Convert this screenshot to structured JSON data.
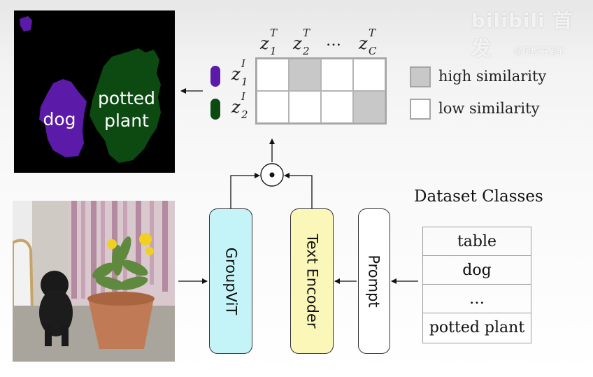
{
  "watermark": {
    "main": "bilibili 首发",
    "sub": "@爬坡平衡车"
  },
  "segmentation": {
    "labels": {
      "dog": "dog",
      "plant": "potted plant"
    },
    "colors": {
      "background": "#000000",
      "dog": "#5b1aa8",
      "plant": "#0d4a12"
    }
  },
  "similarity": {
    "text_tokens": [
      {
        "base": "z",
        "sup": "T",
        "sub": "1"
      },
      {
        "base": "z",
        "sup": "T",
        "sub": "2"
      },
      {
        "base": "z",
        "sup": "T",
        "sub": "C"
      }
    ],
    "ellipsis": "…",
    "image_tokens": [
      {
        "base": "z",
        "sup": "I",
        "sub": "1",
        "color": "#5b1aa8"
      },
      {
        "base": "z",
        "sup": "I",
        "sub": "2",
        "color": "#0d4a12"
      }
    ],
    "matrix": [
      [
        "low",
        "high",
        "low",
        "low"
      ],
      [
        "low",
        "low",
        "low",
        "high"
      ]
    ],
    "legend": [
      {
        "key": "high",
        "label": "high similarity",
        "color": "#c8c8c8"
      },
      {
        "key": "low",
        "label": "low similarity",
        "color": "#ffffff"
      }
    ],
    "operator": "⊙"
  },
  "blocks": {
    "groupvit": {
      "label": "GroupViT",
      "color": "#c4f4f8"
    },
    "text_encoder": {
      "label": "Text Encoder",
      "color": "#fbf7b8"
    },
    "prompt": {
      "label": "Prompt",
      "color": "#ffffff"
    }
  },
  "dataset": {
    "title": "Dataset Classes",
    "classes": [
      "table",
      "dog",
      "…",
      "potted plant"
    ]
  }
}
